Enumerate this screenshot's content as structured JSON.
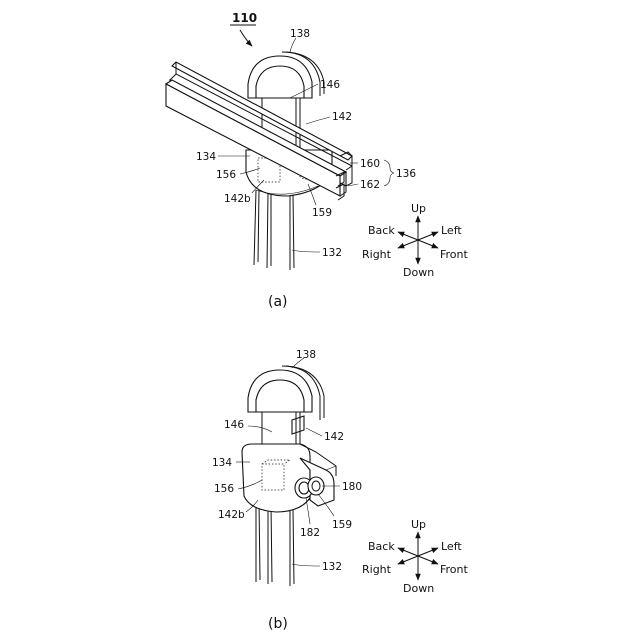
{
  "figure": {
    "label_main": "110",
    "panel_a": {
      "caption": "(a)",
      "refs": {
        "r138": "138",
        "r146": "146",
        "r142": "142",
        "r134": "134",
        "r156": "156",
        "r142b": "142b",
        "r160": "160",
        "r162": "162",
        "r136": "136",
        "r159": "159",
        "r132": "132"
      },
      "compass": {
        "up": "Up",
        "down": "Down",
        "left": "Left",
        "right": "Right",
        "front": "Front",
        "back": "Back"
      }
    },
    "panel_b": {
      "caption": "(b)",
      "refs": {
        "r138": "138",
        "r146": "146",
        "r142": "142",
        "r134": "134",
        "r156": "156",
        "r142b": "142b",
        "r180": "180",
        "r182": "182",
        "r159": "159",
        "r132": "132"
      },
      "compass": {
        "up": "Up",
        "down": "Down",
        "left": "Left",
        "right": "Right",
        "front": "Front",
        "back": "Back"
      }
    }
  }
}
